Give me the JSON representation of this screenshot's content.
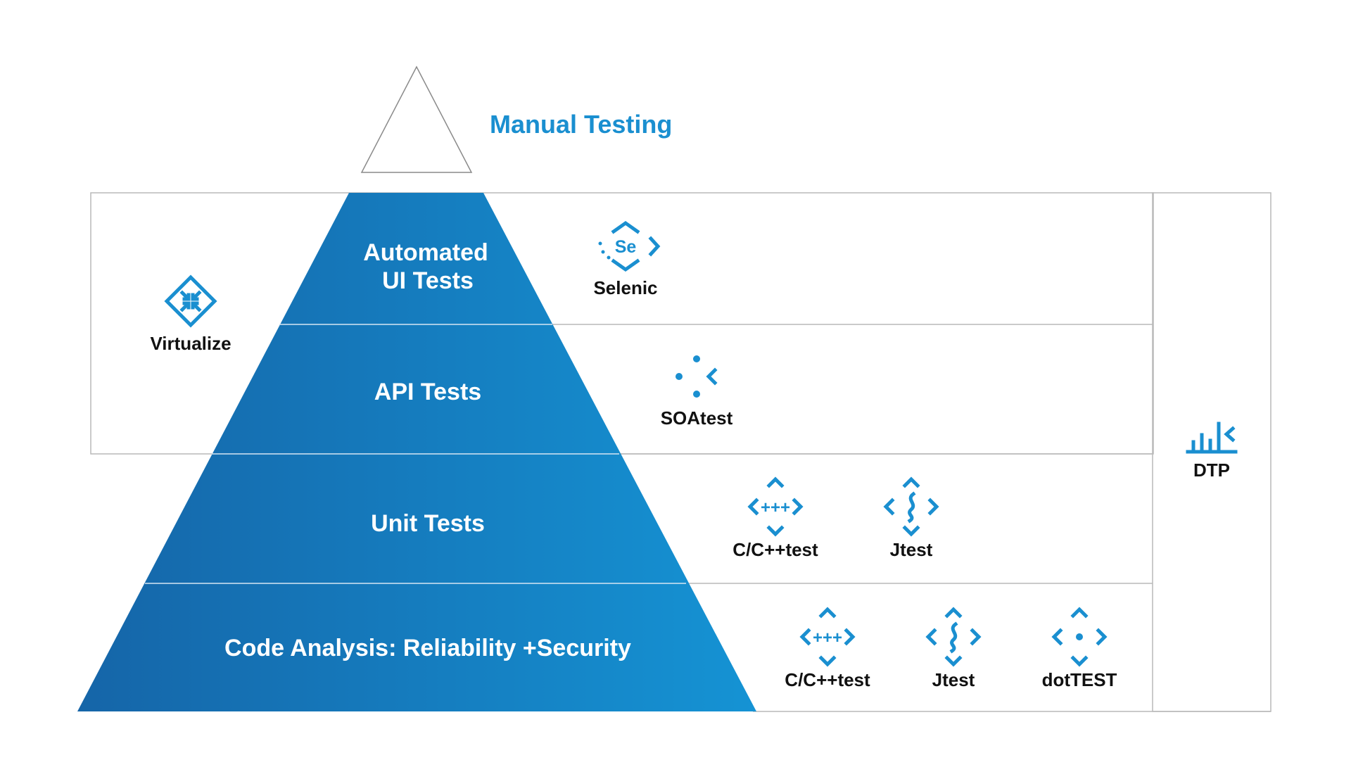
{
  "manual_layer": {
    "label": "Manual Testing"
  },
  "pyramid_layers": [
    {
      "line1": "Automated",
      "line2": "UI Tests"
    },
    {
      "label": "API Tests"
    },
    {
      "label": "Unit Tests"
    },
    {
      "label": "Code Analysis: Reliability +Security"
    }
  ],
  "tools": {
    "virtualize": {
      "label": "Virtualize",
      "icon": "virtualize-icon"
    },
    "selenic": {
      "label": "Selenic",
      "icon": "selenic-icon",
      "icon_text": "Se"
    },
    "soatest": {
      "label": "SOAtest",
      "icon": "soatest-icon"
    },
    "unit_cpptest": {
      "label": "C/C++test",
      "icon": "cpptest-icon",
      "icon_text": "+++"
    },
    "unit_jtest": {
      "label": "Jtest",
      "icon": "jtest-icon"
    },
    "ca_cpptest": {
      "label": "C/C++test",
      "icon": "cpptest-icon",
      "icon_text": "+++"
    },
    "ca_jtest": {
      "label": "Jtest",
      "icon": "jtest-icon"
    },
    "ca_dottest": {
      "label": "dotTEST",
      "icon": "dottest-icon"
    },
    "dtp": {
      "label": "DTP",
      "icon": "dtp-icon"
    }
  },
  "colors": {
    "pyramid_dark": "#1565a8",
    "pyramid_light": "#1593d4",
    "accent": "#1a8fd0",
    "frame": "#b9b9b9",
    "label": "#111111"
  }
}
